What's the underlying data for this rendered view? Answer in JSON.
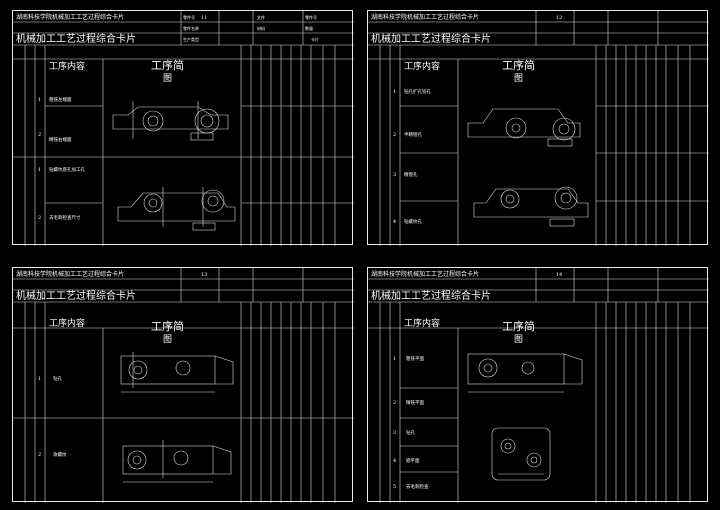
{
  "sheets": [
    {
      "institute": "湖南科技学院机械加工工艺过程综合卡片",
      "title": "机械加工工艺过程综合卡片",
      "part_no": "11",
      "col_content": "工序内容",
      "col_sketch": "工序简",
      "col_sketch2": "图",
      "steps": [
        "1",
        "2",
        "1",
        "2"
      ],
      "step_texts": [
        "粗铣左端面",
        "精铣右端面",
        "钻螺纹底孔加工孔",
        "去毛刺检查尺寸"
      ]
    },
    {
      "institute": "湖南科技学院机械加工工艺过程综合卡片",
      "title": "机械加工工艺过程综合卡片",
      "part_no": "12",
      "col_content": "工序内容",
      "col_sketch": "工序简",
      "col_sketch2": "图",
      "steps": [
        "1",
        "2",
        "3",
        "4"
      ],
      "step_texts": [
        "钻孔扩孔铰孔",
        "半精镗孔",
        "精镗孔",
        "钻螺纹孔"
      ]
    },
    {
      "institute": "湖南科技学院机械加工工艺过程综合卡片",
      "title": "机械加工工艺过程综合卡片",
      "part_no": "13",
      "col_content": "工序内容",
      "col_sketch": "工序简",
      "col_sketch2": "图",
      "steps": [
        "1",
        "2"
      ],
      "step_texts": [
        "钻孔",
        "攻螺纹"
      ]
    },
    {
      "institute": "湖南科技学院机械加工工艺过程综合卡片",
      "title": "机械加工工艺过程综合卡片",
      "part_no": "14",
      "col_content": "工序内容",
      "col_sketch": "工序简",
      "col_sketch2": "图",
      "steps": [
        "1",
        "2",
        "3",
        "4",
        "5"
      ],
      "step_texts": [
        "粗铣平面",
        "精铣平面",
        "钻孔",
        "锪平面",
        "去毛刺检查"
      ]
    }
  ]
}
